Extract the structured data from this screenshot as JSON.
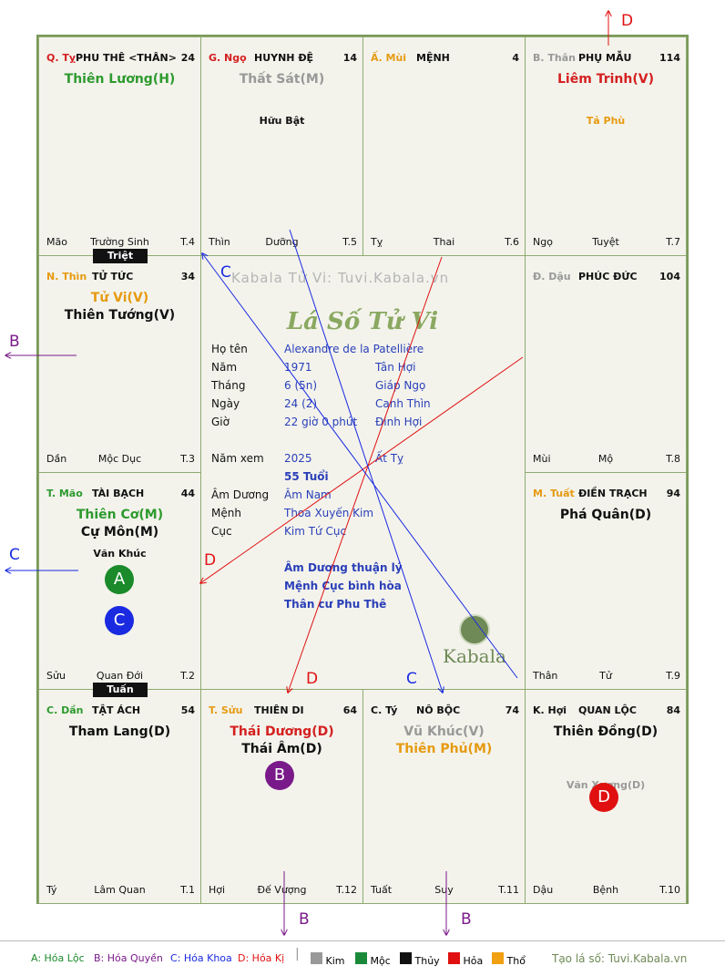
{
  "cells": [
    {
      "id": "ty",
      "branch": "Q. Tỵ",
      "branch_color": "#d42020",
      "name": "PHU THÊ <THÂN>",
      "age": "24",
      "stars": [
        {
          "text": "Thiên Lương(H)",
          "color": "#2e9a2e"
        }
      ],
      "minors": [],
      "bottom_left": "Mão",
      "bottom_mid": "Trường Sinh",
      "bottom_right": "T.4"
    },
    {
      "id": "ngo",
      "branch": "G. Ngọ",
      "branch_color": "#d42020",
      "name": "HUYNH ĐỆ",
      "age": "14",
      "stars": [
        {
          "text": "Thất Sát(M)",
          "color": "#999999"
        }
      ],
      "minors": [
        {
          "text": "Hữu Bật",
          "color": "#111111"
        }
      ],
      "bottom_left": "Thìn",
      "bottom_mid": "Dưỡng",
      "bottom_right": "T.5"
    },
    {
      "id": "mui",
      "branch": "Ấ. Mùi",
      "branch_color": "#e69a10",
      "name": "MỆNH",
      "age": "4",
      "stars": [],
      "minors": [],
      "bottom_left": "Tỵ",
      "bottom_mid": "Thai",
      "bottom_right": "T.6"
    },
    {
      "id": "than",
      "branch": "B. Thân",
      "branch_color": "#999999",
      "name": "PHỤ MẪU",
      "age": "114",
      "stars": [
        {
          "text": "Liêm Trinh(V)",
          "color": "#d42020"
        }
      ],
      "minors": [
        {
          "text": "Tả Phù",
          "color": "#e69a10"
        }
      ],
      "bottom_left": "Ngọ",
      "bottom_mid": "Tuyệt",
      "bottom_right": "T.7"
    },
    {
      "id": "thin",
      "branch": "N. Thìn",
      "branch_color": "#e69a10",
      "name": "TỬ TỨC",
      "age": "34",
      "stars": [
        {
          "text": "Tử Vi(V)",
          "color": "#e69a10"
        },
        {
          "text": "Thiên Tướng(V)",
          "color": "#111111"
        }
      ],
      "minors": [],
      "bottom_left": "Dần",
      "bottom_mid": "Mộc Dục",
      "bottom_right": "T.3"
    },
    {
      "id": "dau",
      "branch": "Đ. Dậu",
      "branch_color": "#999999",
      "name": "PHÚC ĐỨC",
      "age": "104",
      "stars": [],
      "minors": [],
      "bottom_left": "Mùi",
      "bottom_mid": "Mộ",
      "bottom_right": "T.8"
    },
    {
      "id": "mao",
      "branch": "T. Mão",
      "branch_color": "#2e9a2e",
      "name": "TÀI BẠCH",
      "age": "44",
      "stars": [
        {
          "text": "Thiên Cơ(M)",
          "color": "#2e9a2e"
        },
        {
          "text": "Cự Môn(M)",
          "color": "#111111"
        }
      ],
      "minors": [
        {
          "text": "Văn Khúc",
          "color": "#111111"
        }
      ],
      "bottom_left": "Sửu",
      "bottom_mid": "Quan Đới",
      "bottom_right": "T.2"
    },
    {
      "id": "tuat",
      "branch": "M. Tuất",
      "branch_color": "#e69a10",
      "name": "ĐIỀN TRẠCH",
      "age": "94",
      "stars": [
        {
          "text": "Phá Quân(D)",
          "color": "#111111"
        }
      ],
      "minors": [],
      "bottom_left": "Thân",
      "bottom_mid": "Tử",
      "bottom_right": "T.9"
    },
    {
      "id": "dan",
      "branch": "C. Dần",
      "branch_color": "#2e9a2e",
      "name": "TẬT ÁCH",
      "age": "54",
      "stars": [
        {
          "text": "Tham Lang(D)",
          "color": "#111111"
        }
      ],
      "minors": [],
      "bottom_left": "Tý",
      "bottom_mid": "Lâm Quan",
      "bottom_right": "T.1"
    },
    {
      "id": "suu",
      "branch": "T. Sửu",
      "branch_color": "#e69a10",
      "name": "THIÊN DI",
      "age": "64",
      "stars": [
        {
          "text": "Thái Dương(D)",
          "color": "#d42020"
        },
        {
          "text": "Thái Âm(D)",
          "color": "#111111"
        }
      ],
      "minors": [],
      "bottom_left": "Hợi",
      "bottom_mid": "Đế Vượng",
      "bottom_right": "T.12"
    },
    {
      "id": "ty2",
      "branch": "C. Tý",
      "branch_color": "#111111",
      "name": "NÔ BỘC",
      "age": "74",
      "stars": [
        {
          "text": "Vũ Khúc(V)",
          "color": "#999999"
        },
        {
          "text": "Thiên Phủ(M)",
          "color": "#e69a10"
        }
      ],
      "minors": [],
      "bottom_left": "Tuất",
      "bottom_mid": "Suy",
      "bottom_right": "T.11"
    },
    {
      "id": "hoi",
      "branch": "K. Hợi",
      "branch_color": "#111111",
      "name": "QUAN LỘC",
      "age": "84",
      "stars": [
        {
          "text": "Thiên Đồng(D)",
          "color": "#111111"
        }
      ],
      "minors": [
        {
          "text": "Văn Xương(D)",
          "color": "#999999"
        }
      ],
      "bottom_left": "Dậu",
      "bottom_mid": "Bệnh",
      "bottom_right": "T.10"
    }
  ],
  "tags": {
    "triet": "Triệt",
    "tuan": "Tuấn"
  },
  "badges": {
    "a": "A",
    "b": "B",
    "c": "C",
    "d": "D",
    "a_color": "#1a8a2a",
    "b_color": "#7a1a8a",
    "c_color": "#1a2ae0",
    "d_color": "#e01010"
  },
  "center": {
    "watermark": "Kabala Tử Vi: Tuvi.Kabala.vn",
    "title": "Lá Số Tử Vi",
    "ho_ten_label": "Họ tên",
    "ho_ten": "Alexandre de la Patellière",
    "nam_label": "Năm",
    "nam": "1971",
    "nam_can": "Tân Hợi",
    "thang_label": "Tháng",
    "thang": "6  (5n)",
    "thang_can": "Giáp Ngọ",
    "ngay_label": "Ngày",
    "ngay": "24  (2)",
    "ngay_can": "Canh Thìn",
    "gio_label": "Giờ",
    "gio": "22 giờ 0 phút",
    "gio_can": "Đinh Hợi",
    "nam_xem_label": "Năm xem",
    "nam_xem": "2025",
    "nam_xem_can": "Ất Tỵ",
    "tuoi": "55 Tuổi",
    "am_duong_label": "Âm Dương",
    "am_duong": "Âm Nam",
    "menh_label": "Mệnh",
    "menh": "Thoa Xuyến Kim",
    "cuc_label": "Cục",
    "cuc": "Kim Tứ Cục",
    "note1": "Âm Dương thuận lý",
    "note2": "Mệnh Cục bình hòa",
    "note3": "Thân cư Phu Thê",
    "logo": "Kabala"
  },
  "arrow_labels": {
    "d_top": "D",
    "b_left": "B",
    "c_left": "C",
    "b_bottom1": "B",
    "b_bottom2": "B",
    "c_in": "C",
    "d_in": "D",
    "d_low": "D",
    "c_low": "C"
  },
  "legend": {
    "a": "A: Hóa Lộc",
    "b": "B: Hóa Quyền",
    "c": "C: Hóa Khoa",
    "d": "D: Hóa Kị",
    "kim": "Kim",
    "moc": "Mộc",
    "thuy": "Thủy",
    "hoa": "Hỏa",
    "tho": "Thổ",
    "kim_color": "#999999",
    "moc_color": "#1a8a3a",
    "thuy_color": "#111111",
    "hoa_color": "#e01010",
    "tho_color": "#f0a010",
    "credit": "Tạo lá số: Tuvi.Kabala.vn"
  }
}
